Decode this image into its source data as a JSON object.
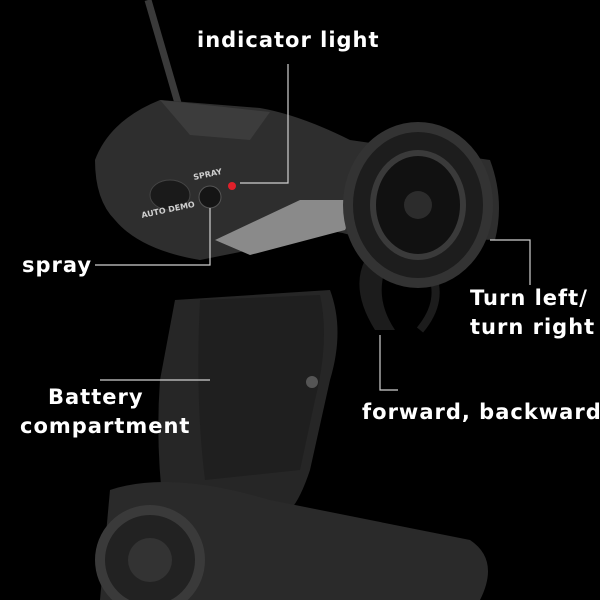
{
  "labels": {
    "indicator": "indicator light",
    "spray": "spray",
    "turn_line1": "Turn left/",
    "turn_line2": "turn right",
    "battery_line1": "Battery",
    "battery_line2": "compartment",
    "throttle": "forward, backward"
  },
  "device_text": {
    "spray_button": "SPRAY",
    "auto_demo_button": "AUTO DEMO"
  },
  "colors": {
    "background": "#000000",
    "body": "#2b2b2b",
    "accent": "#8a8a8a",
    "led": "#e0202a",
    "label": "#ffffff"
  }
}
